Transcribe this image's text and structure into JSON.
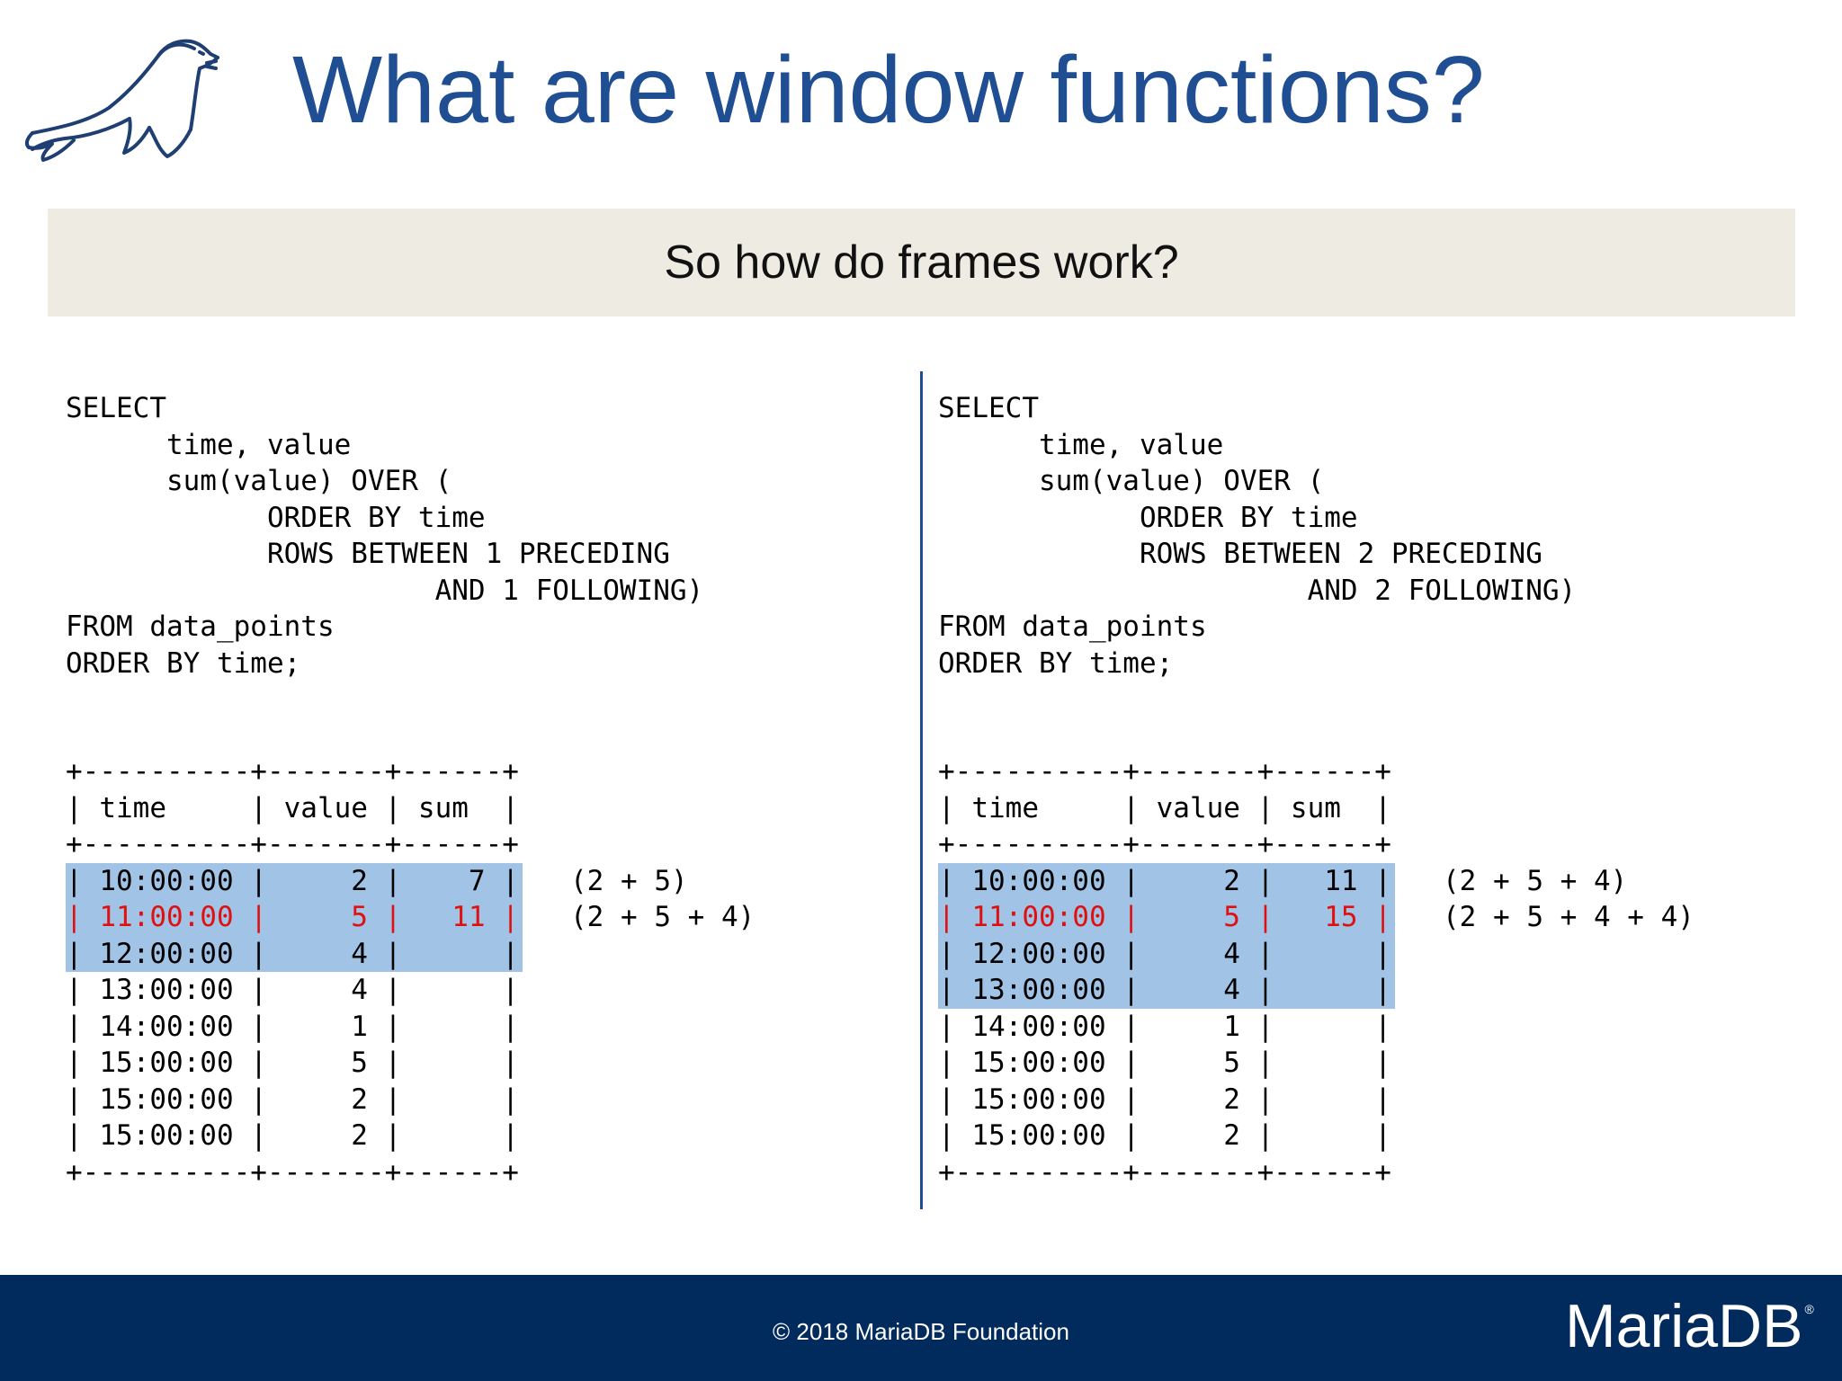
{
  "header": {
    "title": "What are window functions?"
  },
  "banner": {
    "text": "So how do frames work?"
  },
  "left": {
    "code": [
      "SELECT",
      "      time, value",
      "      sum(value) OVER (",
      "            ORDER BY time",
      "            ROWS BETWEEN 1 PRECEDING",
      "                      AND 1 FOLLOWING)",
      "FROM data_points",
      "ORDER BY time;"
    ],
    "table": [
      {
        "text": "+----------+-------+------+",
        "hl": false,
        "red": false,
        "note": ""
      },
      {
        "text": "| time     | value | sum  |",
        "hl": false,
        "red": false,
        "note": ""
      },
      {
        "text": "+----------+-------+------+",
        "hl": false,
        "red": false,
        "note": ""
      },
      {
        "text": "| 10:00:00 |     2 |    7 |",
        "hl": true,
        "red": false,
        "note": "(2 + 5)"
      },
      {
        "text": "| 11:00:00 |     5 |   11 |",
        "hl": true,
        "red": true,
        "note": "(2 + 5 + 4)"
      },
      {
        "text": "| 12:00:00 |     4 |      |",
        "hl": true,
        "red": false,
        "note": ""
      },
      {
        "text": "| 13:00:00 |     4 |      |",
        "hl": false,
        "red": false,
        "note": ""
      },
      {
        "text": "| 14:00:00 |     1 |      |",
        "hl": false,
        "red": false,
        "note": ""
      },
      {
        "text": "| 15:00:00 |     5 |      |",
        "hl": false,
        "red": false,
        "note": ""
      },
      {
        "text": "| 15:00:00 |     2 |      |",
        "hl": false,
        "red": false,
        "note": ""
      },
      {
        "text": "| 15:00:00 |     2 |      |",
        "hl": false,
        "red": false,
        "note": ""
      },
      {
        "text": "+----------+-------+------+",
        "hl": false,
        "red": false,
        "note": ""
      }
    ]
  },
  "right": {
    "code": [
      "SELECT",
      "      time, value",
      "      sum(value) OVER (",
      "            ORDER BY time",
      "            ROWS BETWEEN 2 PRECEDING",
      "                      AND 2 FOLLOWING)",
      "FROM data_points",
      "ORDER BY time;"
    ],
    "table": [
      {
        "text": "+----------+-------+------+",
        "hl": false,
        "red": false,
        "note": ""
      },
      {
        "text": "| time     | value | sum  |",
        "hl": false,
        "red": false,
        "note": ""
      },
      {
        "text": "+----------+-------+------+",
        "hl": false,
        "red": false,
        "note": ""
      },
      {
        "text": "| 10:00:00 |     2 |   11 |",
        "hl": true,
        "red": false,
        "note": "(2 + 5 + 4)"
      },
      {
        "text": "| 11:00:00 |     5 |   15 |",
        "hl": true,
        "red": true,
        "note": "(2 + 5 + 4 + 4)"
      },
      {
        "text": "| 12:00:00 |     4 |      |",
        "hl": true,
        "red": false,
        "note": ""
      },
      {
        "text": "| 13:00:00 |     4 |      |",
        "hl": true,
        "red": false,
        "note": ""
      },
      {
        "text": "| 14:00:00 |     1 |      |",
        "hl": false,
        "red": false,
        "note": ""
      },
      {
        "text": "| 15:00:00 |     5 |      |",
        "hl": false,
        "red": false,
        "note": ""
      },
      {
        "text": "| 15:00:00 |     2 |      |",
        "hl": false,
        "red": false,
        "note": ""
      },
      {
        "text": "| 15:00:00 |     2 |      |",
        "hl": false,
        "red": false,
        "note": ""
      },
      {
        "text": "+----------+-------+------+",
        "hl": false,
        "red": false,
        "note": ""
      }
    ]
  },
  "footer": {
    "copyright": "© 2018 MariaDB Foundation",
    "brand": "MariaDB",
    "registered": "®"
  },
  "colors": {
    "title": "#1f4e93",
    "banner_bg": "#eeebe3",
    "highlight": "#a0c3e6",
    "current_row": "#e01010",
    "footer_bg": "#002b5c"
  },
  "icons": {
    "logo": "mariadb-seal-icon"
  }
}
